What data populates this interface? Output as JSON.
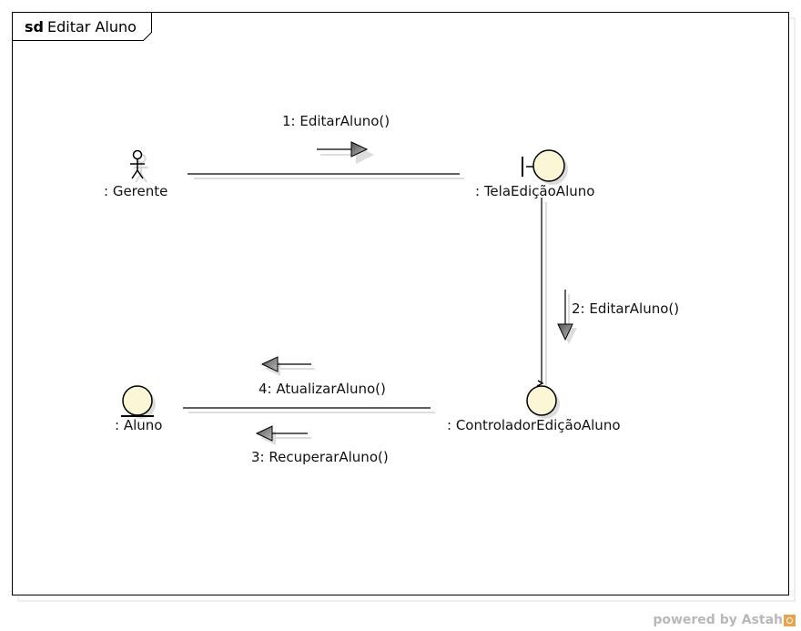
{
  "frame": {
    "keyword": "sd",
    "name": "Editar Aluno"
  },
  "participants": {
    "gerente": ": Gerente",
    "tela": ": TelaEdiçãoAluno",
    "controlador": ": ControladorEdiçãoAluno",
    "aluno": ": Aluno"
  },
  "messages": {
    "m1": "1: EditarAluno()",
    "m2": "2: EditarAluno()",
    "m3": "3: RecuperarAluno()",
    "m4": "4: AtualizarAluno()"
  },
  "footer": {
    "powered_by": "powered by Astah"
  },
  "colors": {
    "entity_fill": "#fbf7d6",
    "arrow_fill": "#777777",
    "shadow": "#dddddd"
  }
}
